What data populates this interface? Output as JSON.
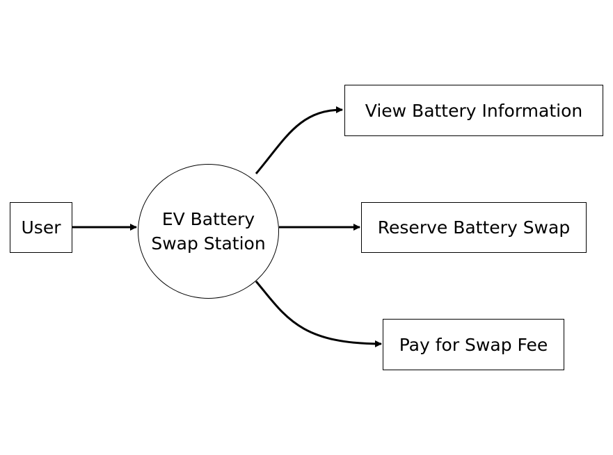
{
  "diagram": {
    "nodes": {
      "user": {
        "label": "User",
        "shape": "rectangle"
      },
      "station": {
        "line1": "EV Battery",
        "line2": "Swap Station",
        "shape": "circle"
      },
      "view": {
        "label": "View Battery Information",
        "shape": "rectangle"
      },
      "reserve": {
        "label": "Reserve Battery Swap",
        "shape": "rectangle"
      },
      "pay": {
        "label": "Pay for Swap Fee",
        "shape": "rectangle"
      }
    },
    "edges": [
      {
        "from": "user",
        "to": "station"
      },
      {
        "from": "station",
        "to": "view"
      },
      {
        "from": "station",
        "to": "reserve"
      },
      {
        "from": "station",
        "to": "pay"
      }
    ],
    "colors": {
      "stroke": "#000000",
      "fill": "#ffffff",
      "text": "#000000"
    }
  }
}
